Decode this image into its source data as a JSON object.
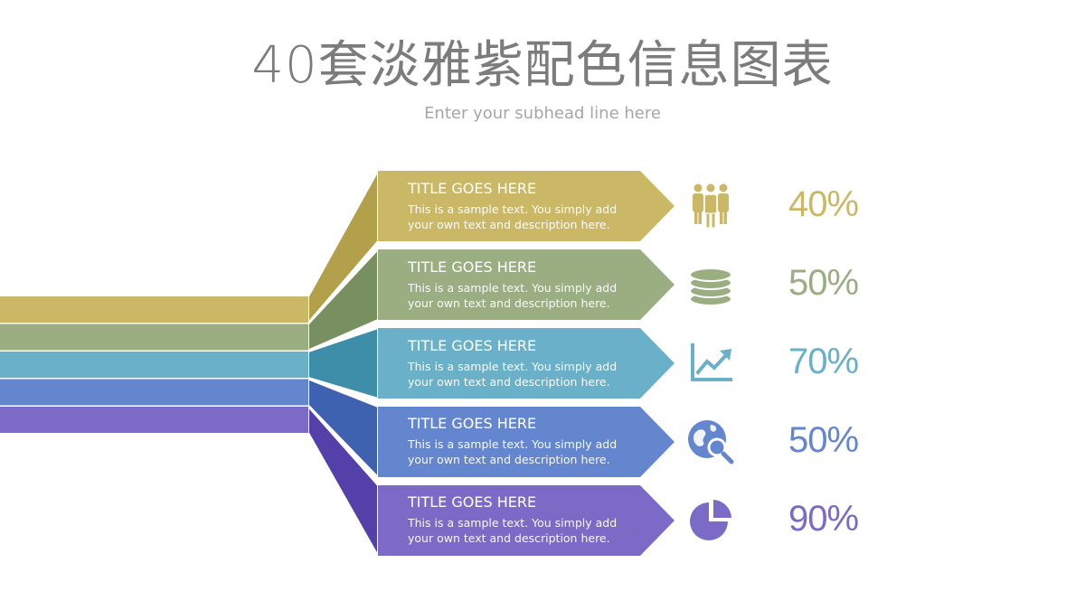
{
  "title": "40套淡雅紫配色信息图表",
  "subhead": "Enter your subhead line here",
  "rows": [
    {
      "title": "TITLE GOES HERE",
      "desc": "This is a sample text. You simply add your own text and description here.",
      "percent": "40%",
      "icon": "team-icon",
      "color": "#cbb866",
      "shade": "#b3a04a"
    },
    {
      "title": "TITLE GOES HERE",
      "desc": "This is a sample text. You simply add your own text and description here.",
      "percent": "50%",
      "icon": "coin-stack-icon",
      "color": "#9aae82",
      "shade": "#78905f"
    },
    {
      "title": "TITLE GOES HERE",
      "desc": "This is a sample text. You simply add your own text and description here.",
      "percent": "70%",
      "icon": "growth-chart-icon",
      "color": "#6ab0c8",
      "shade": "#3f8ea9"
    },
    {
      "title": "TITLE GOES HERE",
      "desc": "This is a sample text. You simply add your own text and description here.",
      "percent": "50%",
      "icon": "globe-search-icon",
      "color": "#6486cf",
      "shade": "#3f62b0"
    },
    {
      "title": "TITLE GOES HERE",
      "desc": "This is a sample text. You simply add your own text and description here.",
      "percent": "90%",
      "icon": "pie-chart-icon",
      "color": "#7b6ac6",
      "shade": "#5340a8"
    }
  ]
}
